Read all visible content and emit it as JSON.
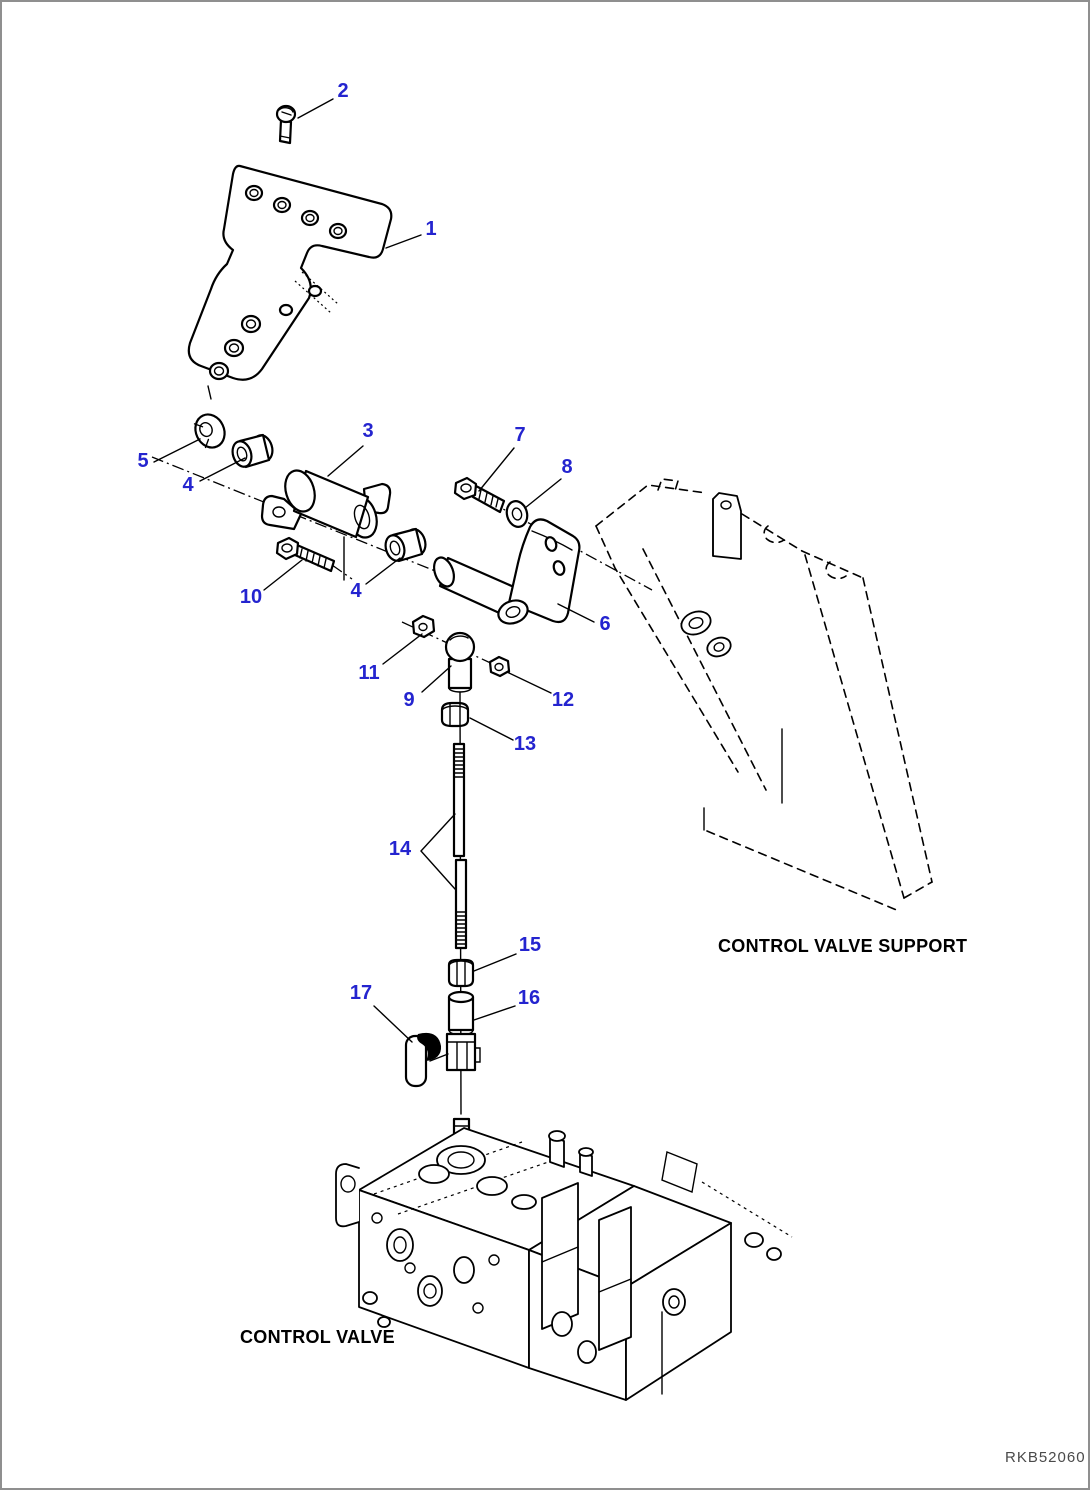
{
  "diagram": {
    "type": "exploded-parts-diagram",
    "labels": {
      "control_valve_support": "CONTROL VALVE SUPPORT",
      "control_valve": "CONTROL VALVE",
      "drawing_code": "RKB52060"
    },
    "callouts": {
      "c1": "1",
      "c2": "2",
      "c3": "3",
      "c4a": "4",
      "c4b": "4",
      "c5": "5",
      "c6": "6",
      "c7": "7",
      "c8": "8",
      "c9": "9",
      "c10": "10",
      "c11": "11",
      "c12": "12",
      "c13": "13",
      "c14": "14",
      "c15": "15",
      "c16": "16",
      "c17": "17"
    },
    "colors": {
      "callout_blue": "#2424cf",
      "line_black": "#000000",
      "frame_gray": "#8f8f8f",
      "code_gray": "#4a4a4a"
    }
  }
}
